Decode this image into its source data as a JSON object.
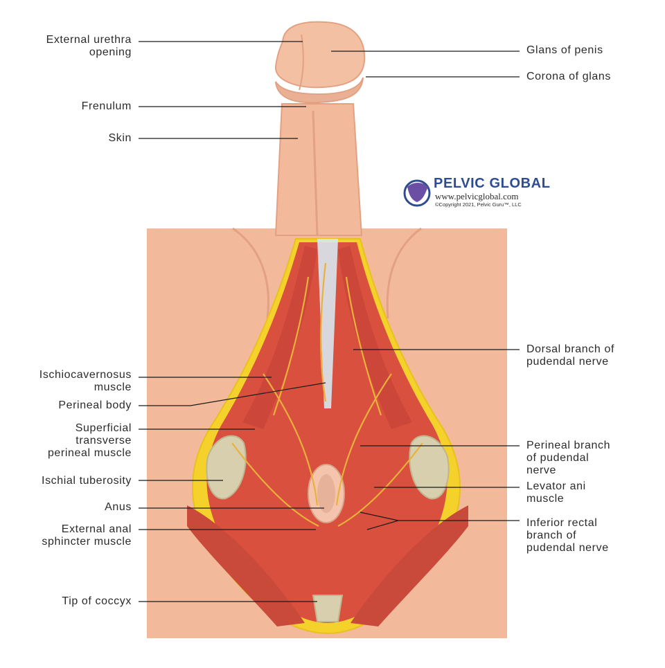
{
  "labels_left": [
    {
      "id": "external-urethra-opening",
      "lines": [
        "External urethra",
        "opening"
      ]
    },
    {
      "id": "frenulum",
      "lines": [
        "Frenulum"
      ]
    },
    {
      "id": "skin",
      "lines": [
        "Skin"
      ]
    },
    {
      "id": "ischiocavernosus-muscle",
      "lines": [
        "Ischiocavernosus",
        "muscle"
      ]
    },
    {
      "id": "perineal-body",
      "lines": [
        "Perineal body"
      ]
    },
    {
      "id": "superficial-transverse-perineal-muscle",
      "lines": [
        "Superficial",
        "transverse",
        "perineal muscle"
      ]
    },
    {
      "id": "ischial-tuberosity",
      "lines": [
        "Ischial tuberosity"
      ]
    },
    {
      "id": "anus",
      "lines": [
        "Anus"
      ]
    },
    {
      "id": "external-anal-sphincter-muscle",
      "lines": [
        "External anal",
        "sphincter muscle"
      ]
    },
    {
      "id": "tip-of-coccyx",
      "lines": [
        "Tip of coccyx"
      ]
    }
  ],
  "labels_right": [
    {
      "id": "glans-of-penis",
      "lines": [
        "Glans of penis"
      ]
    },
    {
      "id": "corona-of-glans",
      "lines": [
        "Corona of glans"
      ]
    },
    {
      "id": "dorsal-branch-of-pudendal-nerve",
      "lines": [
        "Dorsal branch of",
        "pudendal nerve"
      ]
    },
    {
      "id": "perineal-branch-of-pudendal-nerve",
      "lines": [
        "Perineal branch",
        "of pudendal",
        "nerve"
      ]
    },
    {
      "id": "levator-ani-muscle",
      "lines": [
        "Levator ani",
        "muscle"
      ]
    },
    {
      "id": "inferior-rectal-branch-of-pudendal-nerve",
      "lines": [
        "Inferior rectal",
        "branch of",
        "pudendal nerve"
      ]
    }
  ],
  "brand": {
    "name": "PELVIC GLOBAL",
    "url": "www.pelvicglobal.com",
    "copyright": "©Copyright 2021, Pelvic Guru™, LLC"
  },
  "colors": {
    "skin": "#f2b99a",
    "skin_shadow": "#e3a183",
    "fat": "#f5d22b",
    "muscle": "#d9503e",
    "muscle_dark": "#b83a2c",
    "nerve": "#e9b13c",
    "bone": "#d8cfae",
    "fascia": "#d7e6f0",
    "brand_blue": "#2e4c91"
  }
}
